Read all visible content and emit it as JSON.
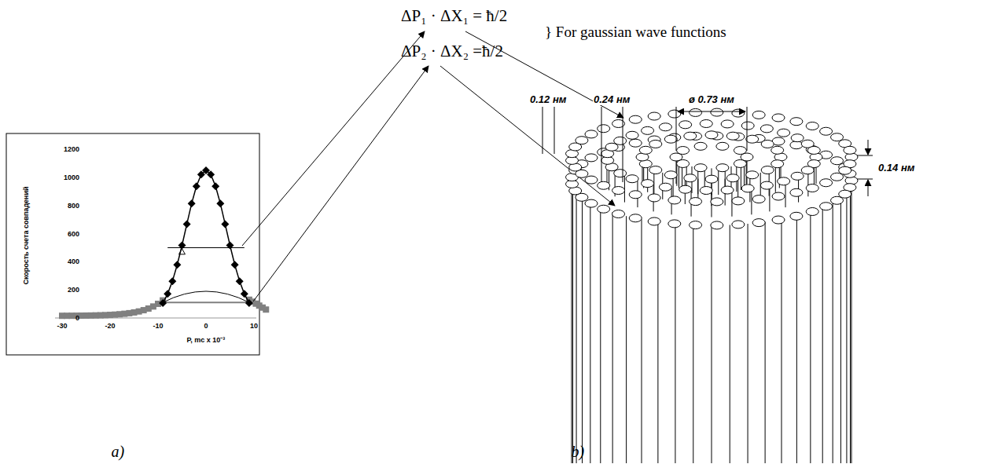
{
  "diagram": {
    "labels": [
      "ΔP₁ · ΔX₁ = ħ/2",
      "} For gaussian wave functions",
      "ΔP₂ · ΔX₂ =ħ/2",
      "0.12 нм",
      "0.24 нм",
      "ø 0.73 нм",
      "0.14 нм",
      "1200",
      "1000",
      "800",
      "600",
      "400",
      "200",
      "0",
      "-30",
      "-20",
      "-10",
      "0",
      "10",
      "P, mc x 10⁻³",
      "Скорость счета совпадений",
      "a)",
      "b)"
    ]
  }
}
